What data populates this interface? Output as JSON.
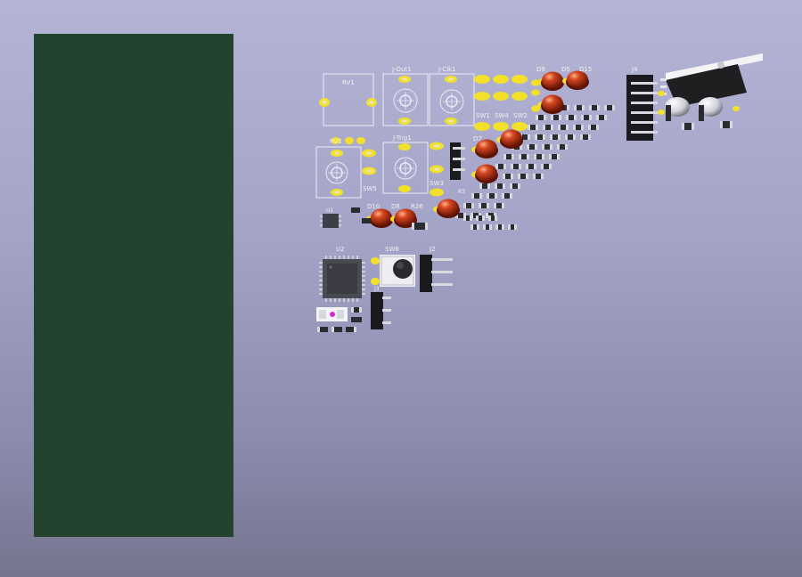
{
  "viewer": {
    "background_top": "#b4b4d6",
    "background_bottom": "#75758f",
    "board_color": "#23432f",
    "pad_color": "#f2e02a",
    "led_color": "#b9341c",
    "silkscreen_color": "#f2f2f2"
  },
  "components": {
    "rv1": "RV1",
    "j_out1": "J-Out1",
    "j_clk1": "J-Clk1",
    "d9": "D9",
    "d5": "D5",
    "d15": "D15",
    "j4": "J4",
    "sw1": "SW1",
    "sw4": "SW4",
    "sw2": "SW2",
    "d7": "D7",
    "r3": "R3",
    "sw5": "SW5",
    "sw3": "SW3",
    "d10": "D10",
    "d8": "D8",
    "r26": "R26",
    "u1": "U1",
    "u2": "U2",
    "sw6": "SW6",
    "j2": "J2",
    "j3": "J3",
    "rv2": "RV2",
    "j_trig1": "J-Trig1"
  }
}
